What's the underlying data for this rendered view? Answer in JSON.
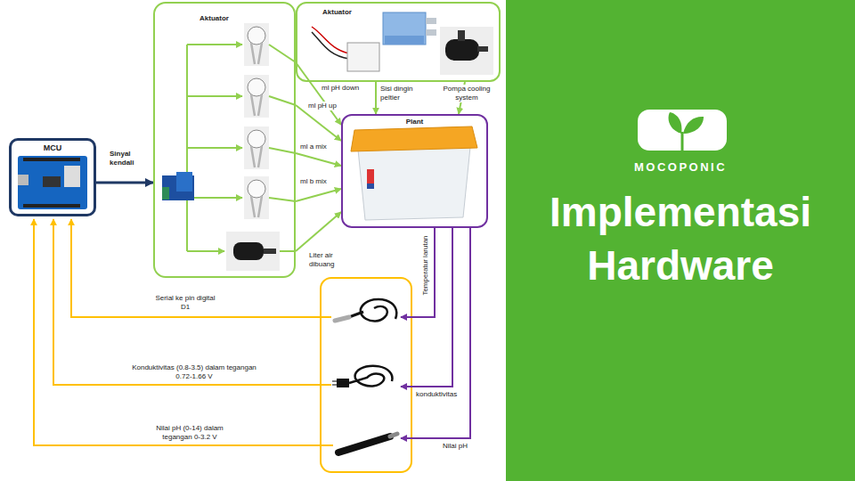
{
  "diagram": {
    "nodes": [
      {
        "text": [
          "Aktuator"
        ]
      },
      {
        "text": [
          "Aktuator"
        ]
      },
      {
        "text": [
          "MCU"
        ]
      },
      {
        "text": [
          "Plant"
        ]
      },
      {
        "text": [
          "MOCOPONIC",
          "Implementasi Hardware"
        ]
      }
    ],
    "edges": [
      {
        "from": 2,
        "to": 0,
        "arrow": "to",
        "label": "Sinyal kendali"
      },
      {
        "from": 0,
        "to": 3,
        "arrow": "to",
        "label": "ml pH down"
      },
      {
        "from": 0,
        "to": 3,
        "arrow": "to",
        "label": "ml pH up"
      },
      {
        "from": 0,
        "to": 3,
        "arrow": "to",
        "label": "ml a mix"
      },
      {
        "from": 0,
        "to": 3,
        "arrow": "to",
        "label": "ml b mix"
      },
      {
        "from": 0,
        "to": 3,
        "arrow": "to",
        "label": "Liter air dibuang"
      },
      {
        "from": 1,
        "to": 3,
        "arrow": "to",
        "label": "Sisi dingin peltier"
      },
      {
        "from": 1,
        "to": 3,
        "arrow": "to",
        "label": "Pompa cooling system"
      }
    ],
    "labels": [
      "Temperatur larutan",
      "konduktivitas",
      "Nilai pH",
      "Serial ke pin digital D1",
      "Konduktivitas (0.8-3.5) dalam tegangan 0.72-1.66 V",
      "Nilai pH (0-14) dalam tegangan 0-3.2 V"
    ]
  }
}
